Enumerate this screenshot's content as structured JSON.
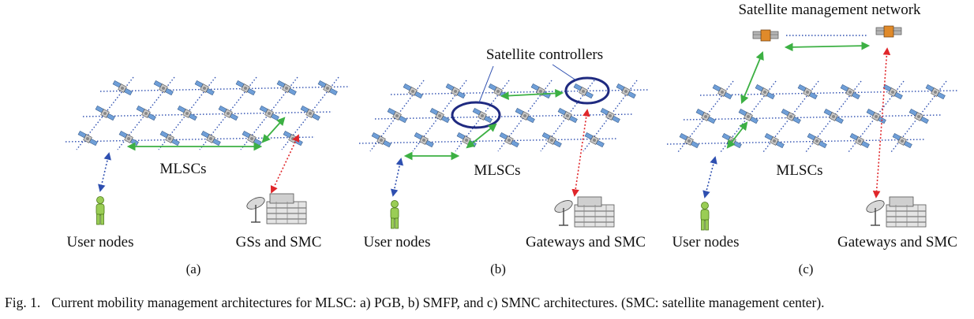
{
  "panels": [
    {
      "label": "(a)",
      "center_label": "MLSCs",
      "user_label": "User nodes",
      "ground_label": "GSs and SMC"
    },
    {
      "label": "(b)",
      "center_label": "MLSCs",
      "user_label": "User nodes",
      "ground_label": "Gateways and SMC",
      "controllers_label": "Satellite controllers"
    },
    {
      "label": "(c)",
      "center_label": "MLSCs",
      "user_label": "User nodes",
      "ground_label": "Gateways and SMC",
      "management_label": "Satellite management network"
    }
  ],
  "caption": {
    "fig_no": "Fig. 1.",
    "text": "Current mobility management architectures for MLSC: a) PGB, b) SMFP, and c) SMNC architectures. (SMC: satellite management center)."
  },
  "colors": {
    "grid_link": "#2e4fb0",
    "green_link": "#3cb043",
    "user_link": "#2e4fb0",
    "ground_link": "#e0262a",
    "controller_ring": "#1f2a80",
    "user_figure": "#9acd55"
  },
  "icons": [
    "satellite-icon",
    "user-node-icon",
    "ground-station-icon",
    "management-satellite-icon"
  ]
}
